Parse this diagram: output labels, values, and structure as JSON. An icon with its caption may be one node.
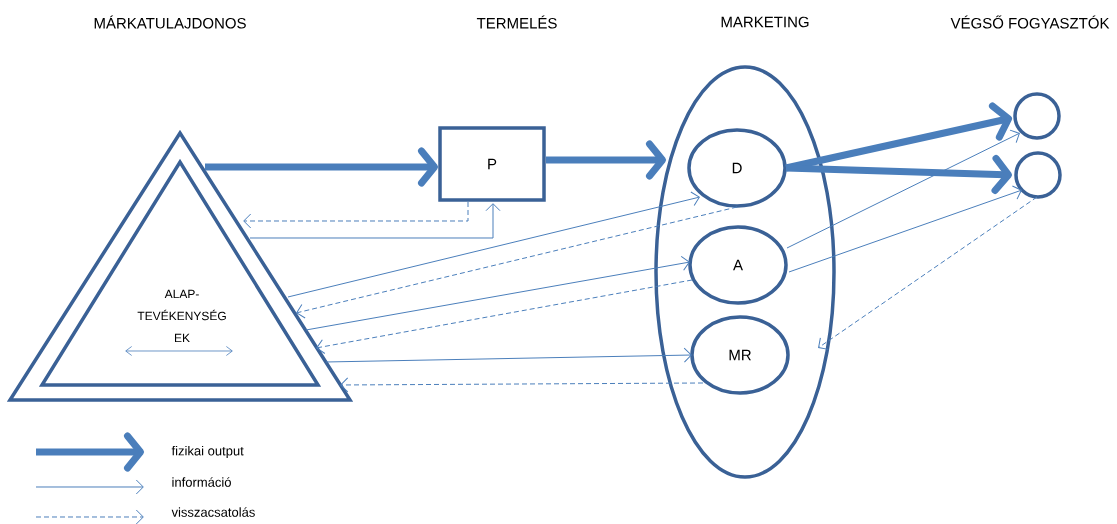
{
  "diagram": {
    "nodes": [
      {
        "text": [
          "ALAP- TEVÉKENYSÉG EK"
        ]
      },
      {
        "text": [
          "P"
        ]
      },
      {
        "text": [],
        "shape": "ellipse"
      },
      {
        "text": [
          "D"
        ],
        "in": 2
      },
      {
        "text": [
          "A"
        ],
        "in": 2
      },
      {
        "text": [
          "MR"
        ],
        "in": 2
      },
      {
        "text": [],
        "shape": "circle"
      },
      {
        "text": [],
        "shape": "circle"
      }
    ],
    "edges": [
      {
        "from": 0,
        "to": 1,
        "arrow": "to",
        "style": "thick"
      },
      {
        "from": 1,
        "to": 2,
        "arrow": "to",
        "style": "thick"
      },
      {
        "from": 3,
        "to": 6,
        "arrow": "to",
        "style": "thick"
      },
      {
        "from": 3,
        "to": 7,
        "arrow": "to",
        "style": "thick"
      },
      {
        "from": 1,
        "to": 0,
        "arrow": "to",
        "style": "dashed"
      },
      {
        "from": 0,
        "to": 1,
        "arrow": "to"
      },
      {
        "from": 0,
        "to": 3,
        "arrow": "to"
      },
      {
        "from": 3,
        "to": 0,
        "arrow": "to",
        "style": "dashed"
      },
      {
        "from": 0,
        "to": 4,
        "arrow": "to"
      },
      {
        "from": 4,
        "to": 0,
        "arrow": "to",
        "style": "dashed"
      },
      {
        "from": 0,
        "to": 5,
        "arrow": "to"
      },
      {
        "from": 5,
        "to": 0,
        "arrow": "to",
        "style": "dashed"
      },
      {
        "from": 4,
        "to": 6,
        "arrow": "to"
      },
      {
        "from": 4,
        "to": 7,
        "arrow": "to"
      },
      {
        "from": 7,
        "to": 2,
        "arrow": "to",
        "style": "dashed"
      }
    ],
    "labels": [
      "MÁRKATULAJDONOS",
      "TERMELÉS",
      "MARKETING",
      "VÉGSŐ FOGYASZTÓK"
    ],
    "legend": [
      {
        "text": "fizikai output"
      },
      {
        "text": "információ"
      },
      {
        "text": "visszacsatolás"
      }
    ]
  }
}
